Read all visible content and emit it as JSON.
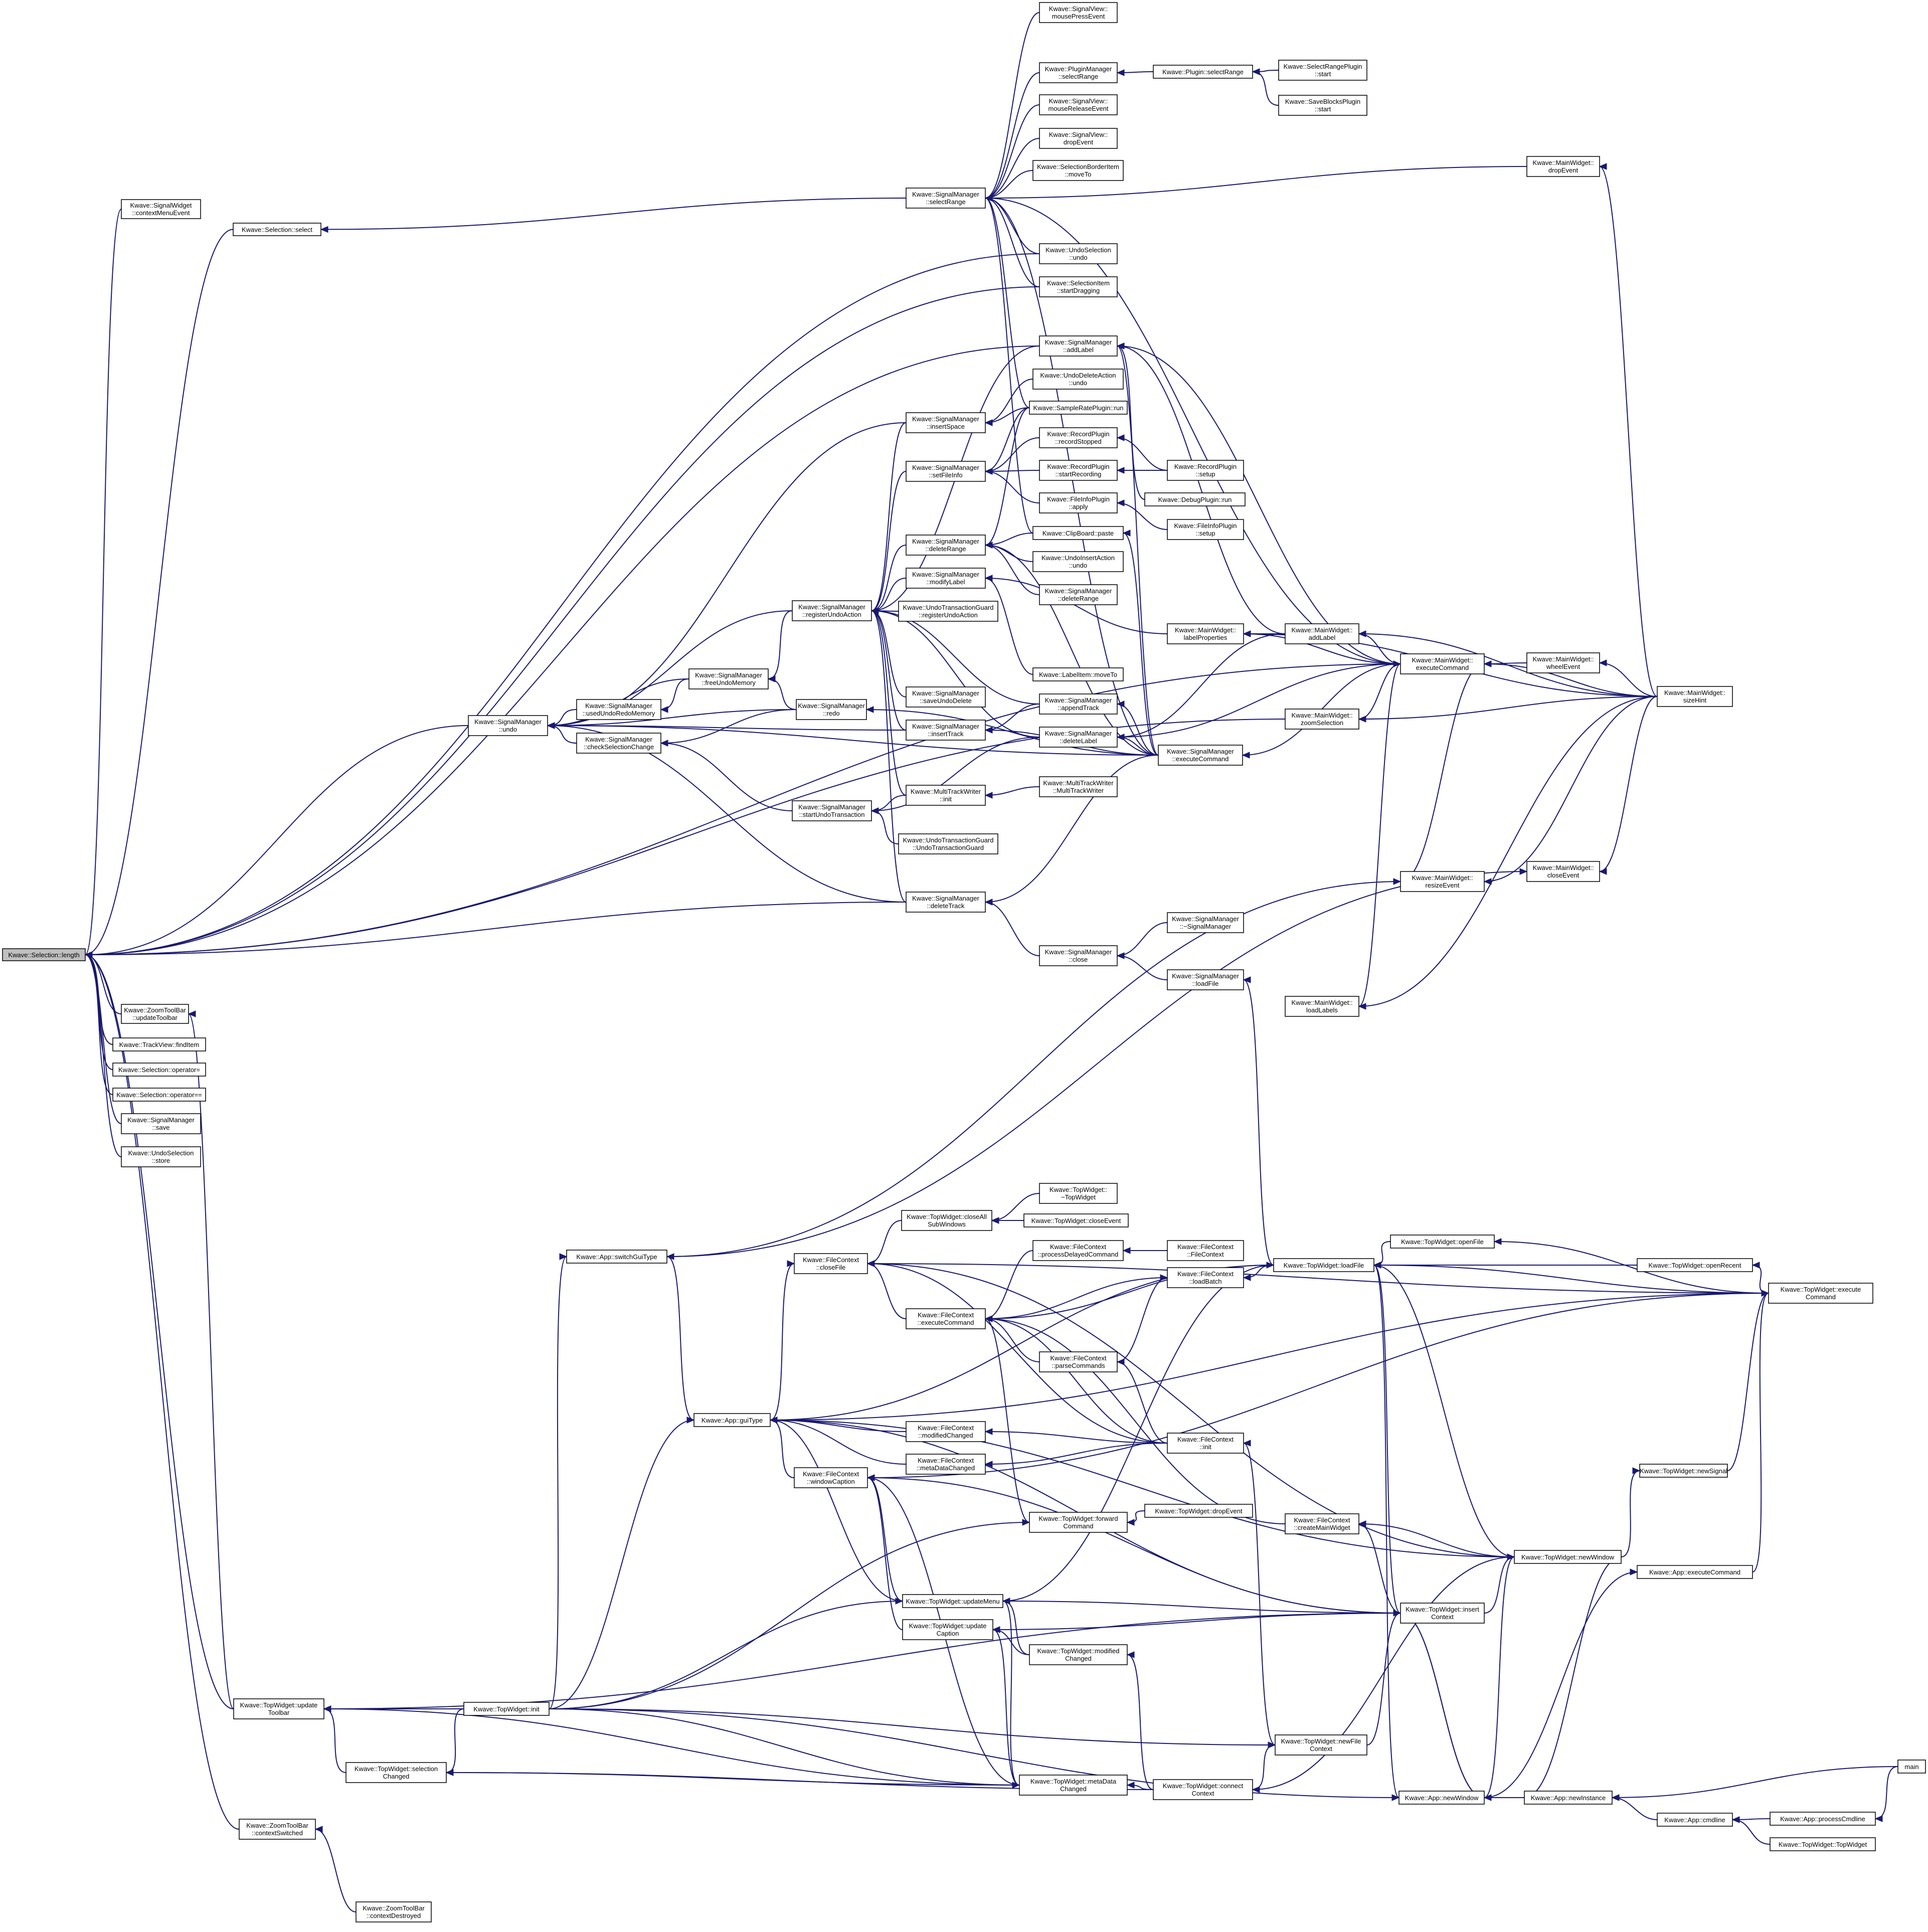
{
  "nodes": {
    "root": [
      "Kwave::Selection::length"
    ],
    "contextMenuEvent": [
      "Kwave::SignalWidget",
      "::contextMenuEvent"
    ],
    "selSelect": [
      "Kwave::Selection::select"
    ],
    "zoomUpdateToolbar": [
      "Kwave::ZoomToolBar",
      "::updateToolbar"
    ],
    "findItem": [
      "Kwave::TrackView::findItem"
    ],
    "opAssign": [
      "Kwave::Selection::operator="
    ],
    "opEq": [
      "Kwave::Selection::operator=="
    ],
    "smSave": [
      "Kwave::SignalManager",
      "::save"
    ],
    "undoSelStore": [
      "Kwave::UndoSelection",
      "::store"
    ],
    "twUpdateToolbar": [
      "Kwave::TopWidget::update",
      "Toolbar"
    ],
    "zoomContextSwitched": [
      "Kwave::ZoomToolBar",
      "::contextSwitched"
    ],
    "zoomContextDestroyed": [
      "Kwave::ZoomToolBar",
      "::contextDestroyed"
    ],
    "smUndo": [
      "Kwave::SignalManager",
      "::undo"
    ],
    "usedUndoRedo": [
      "Kwave::SignalManager",
      "::usedUndoRedoMemory"
    ],
    "checkSelChange": [
      "Kwave::SignalManager",
      "::checkSelectionChange"
    ],
    "freeUndo": [
      "Kwave::SignalManager",
      "::freeUndoMemory"
    ],
    "smRedo": [
      "Kwave::SignalManager",
      "::redo"
    ],
    "registerUndo": [
      "Kwave::SignalManager",
      "::registerUndoAction"
    ],
    "startUndoTx": [
      "Kwave::SignalManager",
      "::startUndoTransaction"
    ],
    "utgRegister": [
      "Kwave::UndoTransactionGuard",
      "::registerUndoAction"
    ],
    "utgCtor": [
      "Kwave::UndoTransactionGuard",
      "::UndoTransactionGuard"
    ],
    "smInsertSpace": [
      "Kwave::SignalManager",
      "::insertSpace"
    ],
    "smSetFileInfo": [
      "Kwave::SignalManager",
      "::setFileInfo"
    ],
    "smDeleteRange": [
      "Kwave::SignalManager",
      "::deleteRange"
    ],
    "smModifyLabel": [
      "Kwave::SignalManager",
      "::modifyLabel"
    ],
    "smSaveUndoDelete": [
      "Kwave::SignalManager",
      "::saveUndoDelete"
    ],
    "smInsertTrack": [
      "Kwave::SignalManager",
      "::insertTrack"
    ],
    "mtwInit": [
      "Kwave::MultiTrackWriter",
      "::init"
    ],
    "smDeleteTrack": [
      "Kwave::SignalManager",
      "::deleteTrack"
    ],
    "smClose": [
      "Kwave::SignalManager",
      "::close"
    ],
    "smDtor": [
      "Kwave::SignalManager",
      "::~SignalManager"
    ],
    "smLoadFile": [
      "Kwave::SignalManager",
      "::loadFile"
    ],
    "smSelectRange": [
      "Kwave::SignalManager",
      "::selectRange"
    ],
    "svMousePress": [
      "Kwave::SignalView::",
      "mousePressEvent"
    ],
    "pmSelectRange": [
      "Kwave::PluginManager",
      "::selectRange"
    ],
    "pluginSelectRange": [
      "Kwave::Plugin::selectRange"
    ],
    "selRangeStart": [
      "Kwave::SelectRangePlugin",
      "::start"
    ],
    "saveBlocksStart": [
      "Kwave::SaveBlocksPlugin",
      "::start"
    ],
    "svMouseRelease": [
      "Kwave::SignalView::",
      "mouseReleaseEvent"
    ],
    "svDrop": [
      "Kwave::SignalView::",
      "dropEvent"
    ],
    "sbiMoveTo": [
      "Kwave::SelectionBorderItem",
      "::moveTo"
    ],
    "undoSelUndo": [
      "Kwave::UndoSelection",
      "::undo"
    ],
    "siStartDrag": [
      "Kwave::SelectionItem",
      "::startDragging"
    ],
    "smAddLabel": [
      "Kwave::SignalManager",
      "::addLabel"
    ],
    "undoDelActUndo": [
      "Kwave::UndoDeleteAction",
      "::undo"
    ],
    "sampleRateRun": [
      "Kwave::SampleRatePlugin::run"
    ],
    "recRecordStopped": [
      "Kwave::RecordPlugin",
      "::recordStopped"
    ],
    "recStartRecording": [
      "Kwave::RecordPlugin",
      "::startRecording"
    ],
    "recSetup": [
      "Kwave::RecordPlugin",
      "::setup"
    ],
    "fiApply": [
      "Kwave::FileInfoPlugin",
      "::apply"
    ],
    "debugRun": [
      "Kwave::DebugPlugin::run"
    ],
    "fiSetup": [
      "Kwave::FileInfoPlugin",
      "::setup"
    ],
    "clipPaste": [
      "Kwave::ClipBoard::paste"
    ],
    "undoInsActUndo": [
      "Kwave::UndoInsertAction",
      "::undo"
    ],
    "smDeleteRange2": [
      "Kwave::SignalManager",
      "::deleteRange"
    ],
    "labelItemMove": [
      "Kwave::LabelItem::moveTo"
    ],
    "smAppendTrack": [
      "Kwave::SignalManager",
      "::appendTrack"
    ],
    "smDeleteLabel": [
      "Kwave::SignalManager",
      "::deleteLabel"
    ],
    "smExecCmd": [
      "Kwave::SignalManager",
      "::executeCommand"
    ],
    "mtwCtor": [
      "Kwave::MultiTrackWriter",
      "::MultiTrackWriter"
    ],
    "mwLabelProps": [
      "Kwave::MainWidget::",
      "labelProperties"
    ],
    "mwAddLabel": [
      "Kwave::MainWidget::",
      "addLabel"
    ],
    "mwExecCmd": [
      "Kwave::MainWidget::",
      "executeCommand"
    ],
    "mwWheel": [
      "Kwave::MainWidget::",
      "wheelEvent"
    ],
    "mwZoomSel": [
      "Kwave::MainWidget::",
      "zoomSelection"
    ],
    "mwSizeHint": [
      "Kwave::MainWidget::",
      "sizeHint"
    ],
    "mwDropEvent": [
      "Kwave::MainWidget::",
      "dropEvent"
    ],
    "mwResize": [
      "Kwave::MainWidget::",
      "resizeEvent"
    ],
    "mwCloseEvent": [
      "Kwave::MainWidget::",
      "closeEvent"
    ],
    "mwLoadLabels": [
      "Kwave::MainWidget::",
      "loadLabels"
    ],
    "appSwitchGui": [
      "Kwave::App::switchGuiType"
    ],
    "appGuiType": [
      "Kwave::App::guiType"
    ],
    "fcCloseFile": [
      "Kwave::FileContext",
      "::closeFile"
    ],
    "twCloseAllSub": [
      "Kwave::TopWidget::closeAll",
      "SubWindows"
    ],
    "twDtor": [
      "Kwave::TopWidget::",
      "~TopWidget"
    ],
    "twCloseEvent": [
      "Kwave::TopWidget::closeEvent"
    ],
    "fcProcDelayed": [
      "Kwave::FileContext",
      "::processDelayedCommand"
    ],
    "fcCtor": [
      "Kwave::FileContext",
      "::FileContext"
    ],
    "fcLoadBatch": [
      "Kwave::FileContext",
      "::loadBatch"
    ],
    "fcExecCmd": [
      "Kwave::FileContext",
      "::executeCommand"
    ],
    "fcParseCmds": [
      "Kwave::FileContext",
      "::parseCommands"
    ],
    "fcModified": [
      "Kwave::FileContext",
      "::modifiedChanged"
    ],
    "fcInit": [
      "Kwave::FileContext",
      "::init"
    ],
    "fcMetaData": [
      "Kwave::FileContext",
      "::metaDataChanged"
    ],
    "fcWindowCaption": [
      "Kwave::FileContext",
      "::windowCaption"
    ],
    "twForwardCmd": [
      "Kwave::TopWidget::forward",
      "Command"
    ],
    "twDropEvent": [
      "Kwave::TopWidget::dropEvent"
    ],
    "fcCreateMainWidget": [
      "Kwave::FileContext",
      "::createMainWidget"
    ],
    "twLoadFile": [
      "Kwave::TopWidget::loadFile"
    ],
    "twOpenFile": [
      "Kwave::TopWidget::openFile"
    ],
    "twOpenRecent": [
      "Kwave::TopWidget::openRecent"
    ],
    "twExecCmd": [
      "Kwave::TopWidget::execute",
      "Command"
    ],
    "twNewSignal": [
      "Kwave::TopWidget::newSignal"
    ],
    "twNewWindow": [
      "Kwave::TopWidget::newWindow"
    ],
    "appExecCmd": [
      "Kwave::App::executeCommand"
    ],
    "twUpdateMenu": [
      "Kwave::TopWidget::updateMenu"
    ],
    "twUpdateCaption": [
      "Kwave::TopWidget::update",
      "Caption"
    ],
    "twModifiedChanged": [
      "Kwave::TopWidget::modified",
      "Changed"
    ],
    "twInsertContext": [
      "Kwave::TopWidget::insert",
      "Context"
    ],
    "twInit": [
      "Kwave::TopWidget::init"
    ],
    "twSelChanged": [
      "Kwave::TopWidget::selection",
      "Changed"
    ],
    "twMetaDataChanged": [
      "Kwave::TopWidget::metaData",
      "Changed"
    ],
    "twConnectContext": [
      "Kwave::TopWidget::connect",
      "Context"
    ],
    "twNewFileContext": [
      "Kwave::TopWidget::newFile",
      "Context"
    ],
    "appNewWindow": [
      "Kwave::App::newWindow"
    ],
    "appNewInstance": [
      "Kwave::App::newInstance"
    ],
    "appCmdline": [
      "Kwave::App::cmdline"
    ],
    "appProcessCmdline": [
      "Kwave::App::processCmdline"
    ],
    "twCtor": [
      "Kwave::TopWidget::TopWidget"
    ],
    "main": [
      "main"
    ]
  }
}
